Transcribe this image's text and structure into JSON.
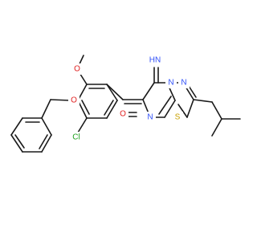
{
  "atom_labels": {
    "imine": "HN",
    "methoxy_o": "O",
    "ether_o": "O",
    "chloro": "Cl",
    "ring_n_top": "N",
    "ring_n_right": "N",
    "carbonyl_o": "O",
    "ring_n_bottom": "N",
    "sulfur": "S"
  },
  "colors": {
    "bond": "#1a1a1a",
    "nitrogen": "#3050f8",
    "oxygen": "#e02020",
    "chlorine": "#1fa01f",
    "sulfur": "#c8a000"
  }
}
